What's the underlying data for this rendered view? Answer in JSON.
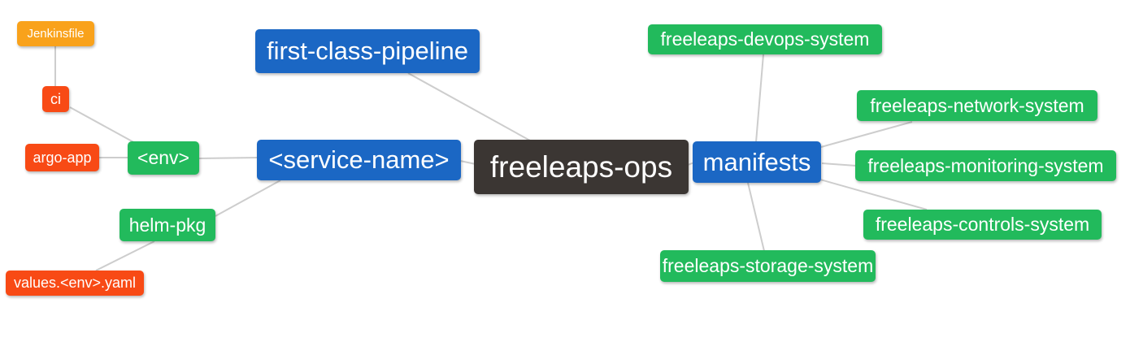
{
  "palette": {
    "root_bg": "#3B3633",
    "branch_bg": "#1B67C4",
    "leaf_green": "#22BA5C",
    "leaf_red": "#F84A15",
    "leaf_amber": "#F9A21B",
    "edge": "#CDCDCD",
    "text": "#FFFFFF"
  },
  "mindmap": {
    "root": {
      "label": "freeleaps-ops"
    },
    "nodes": {
      "jenkinsfile": {
        "label": "Jenkinsfile"
      },
      "ci": {
        "label": "ci"
      },
      "argo_app": {
        "label": "argo-app"
      },
      "env": {
        "label": "<env>"
      },
      "helm_pkg": {
        "label": "helm-pkg"
      },
      "values_yaml": {
        "label": "values.<env>.yaml"
      },
      "first_class_pipeline": {
        "label": "first-class-pipeline"
      },
      "service_name": {
        "label": "<service-name>"
      },
      "manifests": {
        "label": "manifests"
      },
      "devops_system": {
        "label": "freeleaps-devops-system"
      },
      "network_system": {
        "label": "freeleaps-network-system"
      },
      "monitoring_system": {
        "label": "freeleaps-monitoring-system"
      },
      "controls_system": {
        "label": "freeleaps-controls-system"
      },
      "storage_system": {
        "label": "freeleaps-storage-system"
      }
    },
    "connections": [
      [
        "jenkinsfile",
        "ci"
      ],
      [
        "ci",
        "env"
      ],
      [
        "argo_app",
        "env"
      ],
      [
        "env",
        "service_name"
      ],
      [
        "helm_pkg",
        "service_name"
      ],
      [
        "values_yaml",
        "helm_pkg"
      ],
      [
        "first_class_pipeline",
        "freeleaps-ops"
      ],
      [
        "service_name",
        "freeleaps-ops"
      ],
      [
        "freeleaps-ops",
        "manifests"
      ],
      [
        "manifests",
        "devops_system"
      ],
      [
        "manifests",
        "network_system"
      ],
      [
        "manifests",
        "monitoring_system"
      ],
      [
        "manifests",
        "controls_system"
      ],
      [
        "manifests",
        "storage_system"
      ]
    ]
  }
}
